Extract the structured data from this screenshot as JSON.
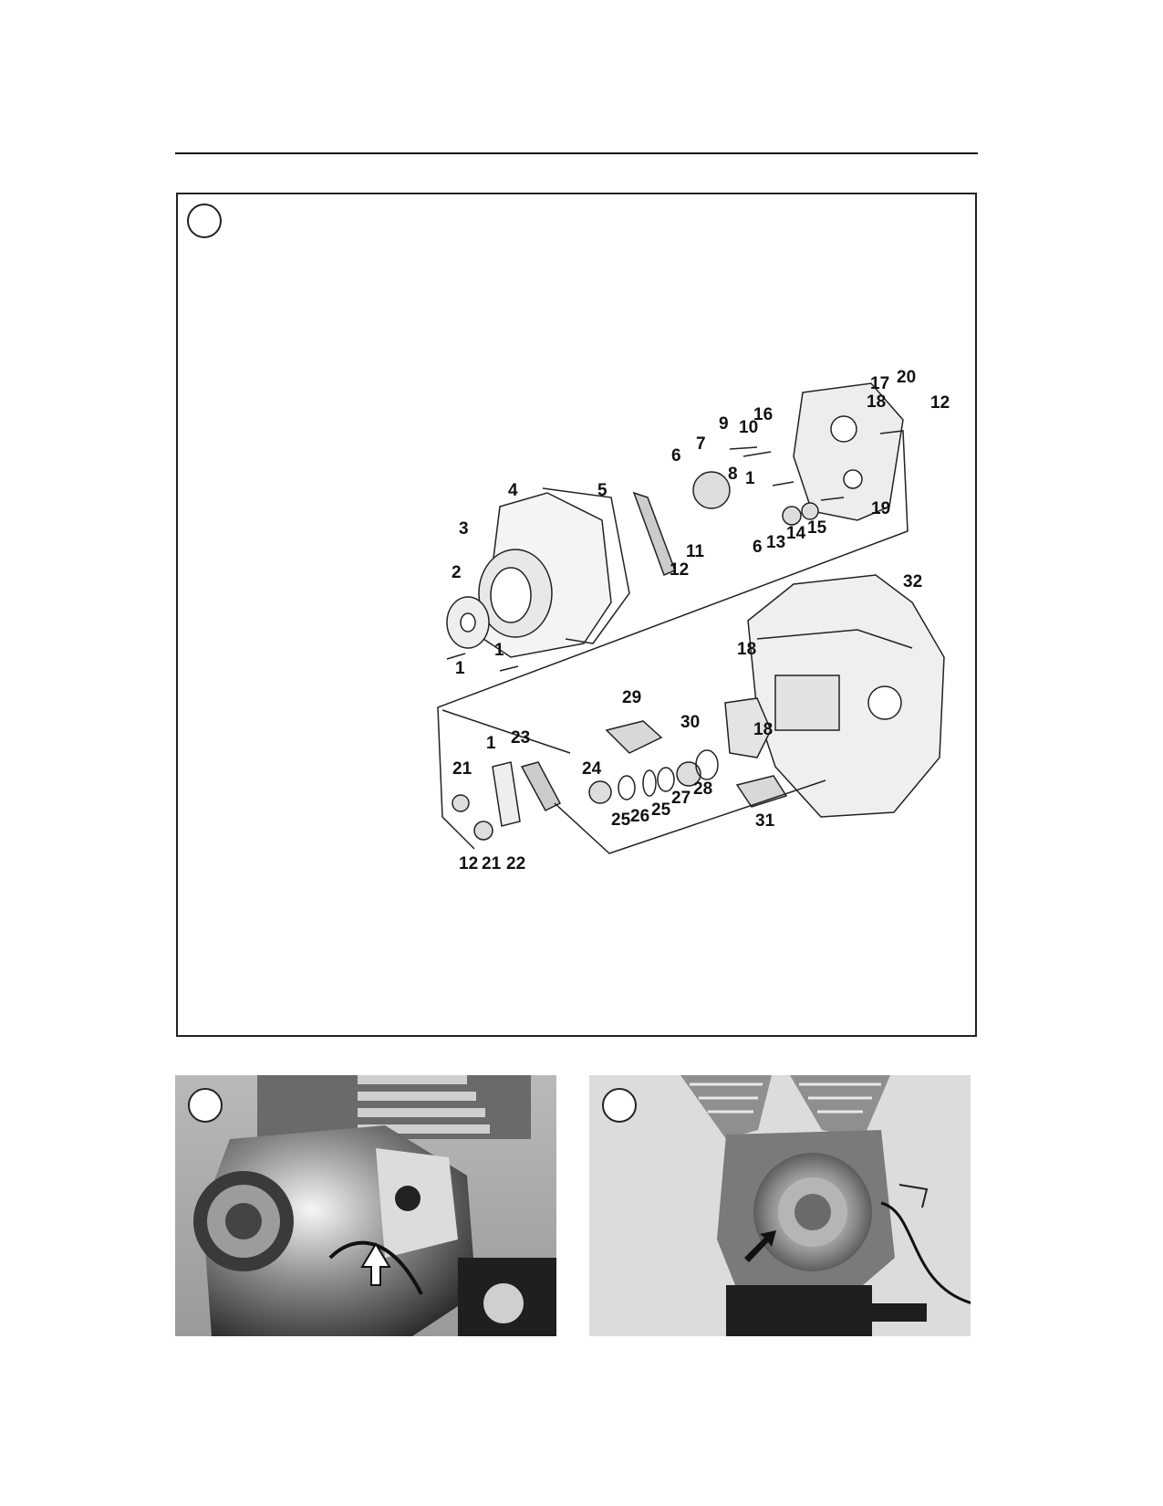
{
  "figure": {
    "callouts": [
      "1",
      "1",
      "1",
      "1",
      "2",
      "3",
      "4",
      "5",
      "6",
      "6",
      "7",
      "8",
      "9",
      "10",
      "11",
      "12",
      "12",
      "12",
      "13",
      "14",
      "15",
      "16",
      "17",
      "18",
      "18",
      "18",
      "19",
      "20",
      "21",
      "21",
      "22",
      "23",
      "24",
      "25",
      "25",
      "26",
      "27",
      "28",
      "29",
      "30",
      "31",
      "32"
    ]
  },
  "photos": [
    {
      "subject": "engine-left-side-with-arrow"
    },
    {
      "subject": "engine-front-view-with-arrow"
    }
  ]
}
